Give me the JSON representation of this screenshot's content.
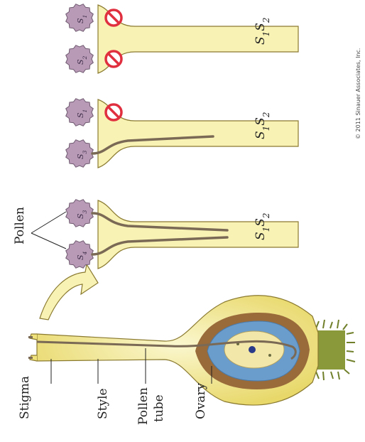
{
  "labels": {
    "stigma": "Stigma",
    "style": "Style",
    "pollen_tube": [
      "Pollen",
      "tube"
    ],
    "ovary": "Ovary",
    "pollen": "Pollen"
  },
  "panels": [
    {
      "style_genotype": [
        "S",
        "1",
        "S",
        "2"
      ],
      "pollen_genotypes": [
        [
          "S",
          "3"
        ],
        [
          "S",
          "4"
        ]
      ],
      "blocked": [
        false,
        false
      ]
    },
    {
      "style_genotype": [
        "S",
        "1",
        "S",
        "2"
      ],
      "pollen_genotypes": [
        [
          "S",
          "1"
        ],
        [
          "S",
          "3"
        ]
      ],
      "blocked": [
        true,
        false
      ]
    },
    {
      "style_genotype": [
        "S",
        "1",
        "S",
        "2"
      ],
      "pollen_genotypes": [
        [
          "S",
          "1"
        ],
        [
          "S",
          "2"
        ]
      ],
      "blocked": [
        true,
        true
      ]
    }
  ],
  "copyright": "© 2011 Sinauer Associates, Inc.",
  "colors": {
    "style_fill": "#f8f2b4",
    "pistil_fill": "#f0e27a",
    "pollen_grain": "#b89ab6",
    "pollen_tube": "#7a6a55",
    "ovule_blue": "#6a9ccc",
    "ovary_brown": "#9a6b3a",
    "receptacle_green": "#8a9a3a",
    "block_sign": "#e0303f"
  }
}
